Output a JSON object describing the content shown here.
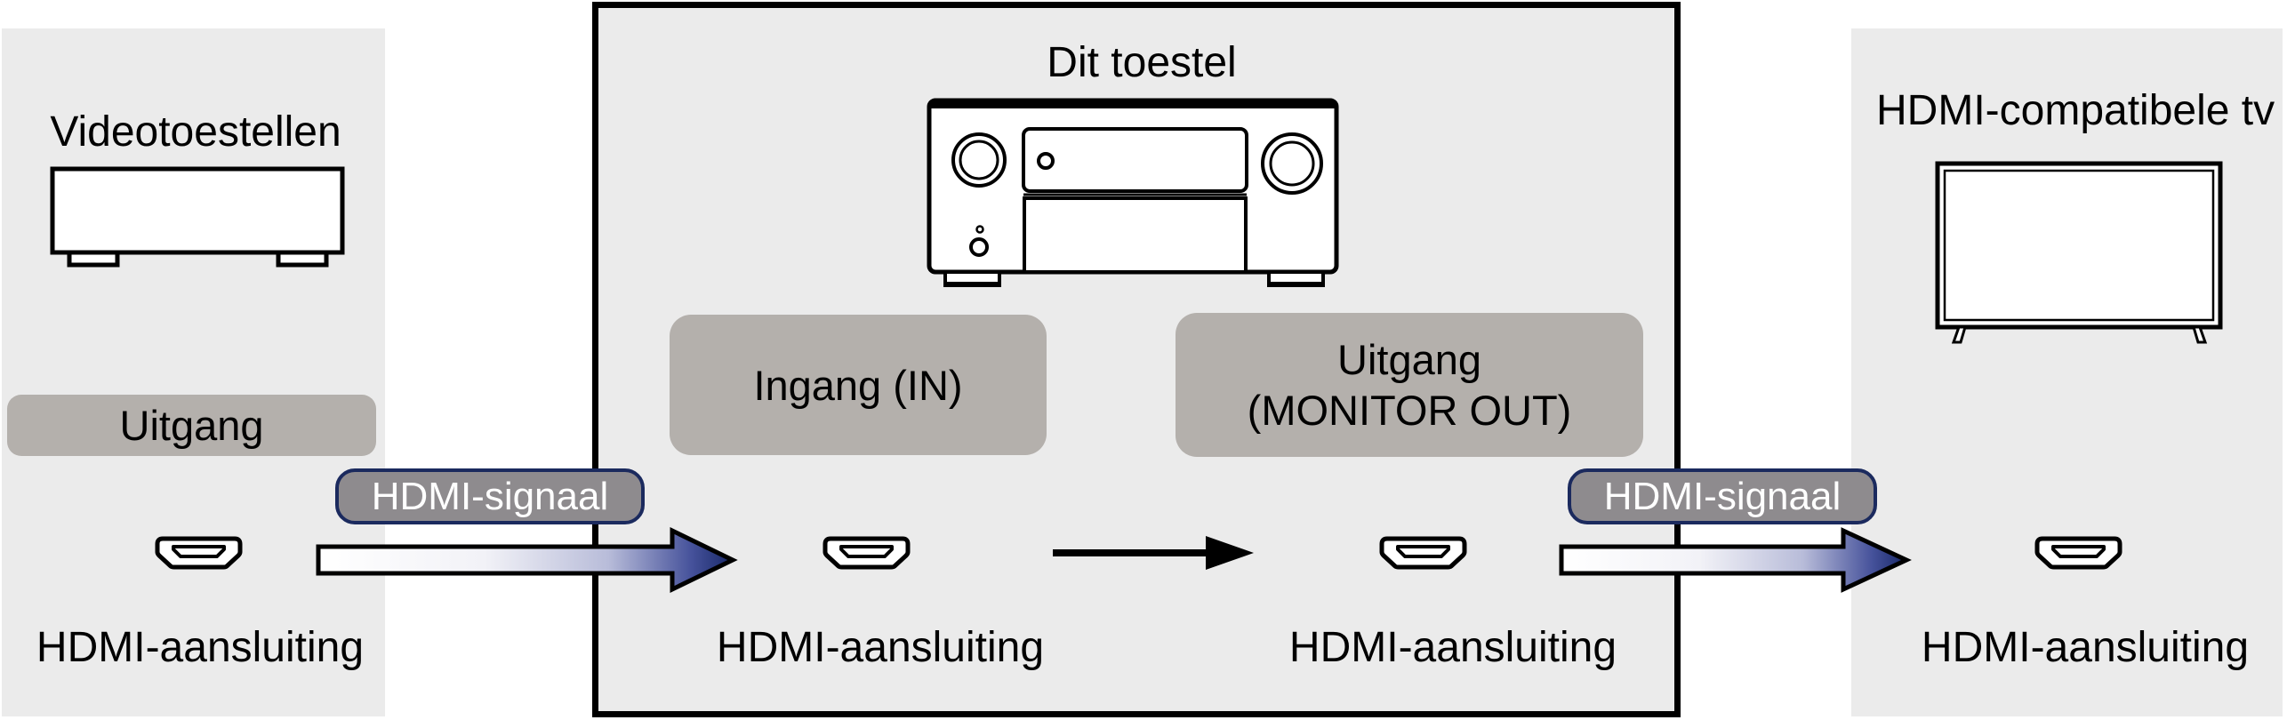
{
  "diagram": {
    "left_panel": {
      "title": "Videotoestellen",
      "port_badge": "Uitgang",
      "port_label": "HDMI-aansluiting",
      "device_icon": "video-device-icon"
    },
    "center_panel": {
      "title": "Dit toestel",
      "in_badge": "Ingang (IN)",
      "out_badge_line1": "Uitgang",
      "out_badge_line2": "(MONITOR OUT)",
      "in_port_label": "HDMI-aansluiting",
      "out_port_label": "HDMI-aansluiting",
      "device_icon": "av-receiver-icon"
    },
    "right_panel": {
      "title": "HDMI-compatibele tv",
      "port_label": "HDMI-aansluiting",
      "device_icon": "tv-icon"
    },
    "signal_badge_left": "HDMI-signaal",
    "signal_badge_right": "HDMI-signaal",
    "icons": {
      "connector": "hdmi-connector-icon",
      "flow_left": "hdmi-signal-arrow-icon",
      "flow_internal": "internal-routing-arrow-icon",
      "flow_right": "hdmi-signal-arrow-icon"
    },
    "colors": {
      "panel_bg": "#EBEBEB",
      "badge_gray": "#B4B0AC",
      "signal_badge_fill": "#8E8B8E",
      "signal_badge_border": "#1B2A5E",
      "arrow_navy": "#182868",
      "outline": "#000000"
    }
  }
}
